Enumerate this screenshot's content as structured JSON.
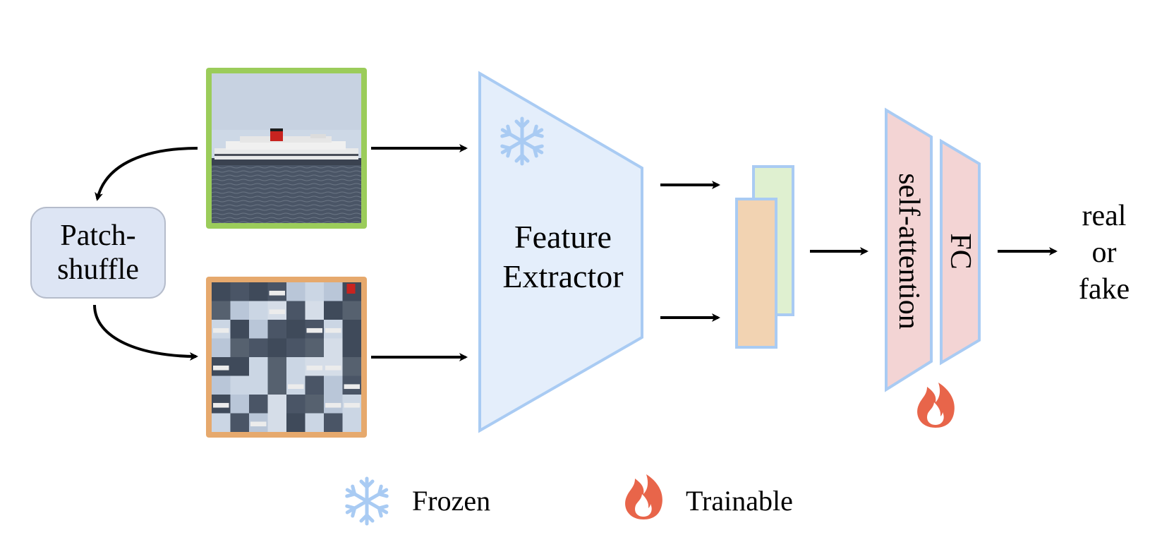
{
  "nodes": {
    "patch_shuffle": {
      "line1": "Patch-",
      "line2": "shuffle"
    },
    "feature_extractor": {
      "line1": "Feature",
      "line2": "Extractor"
    },
    "self_attention": {
      "label": "self-attention"
    },
    "fc": {
      "label": "FC"
    },
    "output": {
      "line1": "real",
      "line2": "or",
      "line3": "fake"
    }
  },
  "legend": {
    "frozen": {
      "label": "Frozen",
      "icon": "snowflake-icon"
    },
    "trainable": {
      "label": "Trainable",
      "icon": "flame-icon"
    }
  },
  "colors": {
    "original_image_border": "#9bcc5a",
    "shuffled_image_border": "#e6a96d",
    "patch_shuffle_fill": "#dde5f4",
    "patch_shuffle_stroke": "#b5bccb",
    "extractor_fill": "#e4eefb",
    "extractor_stroke": "#a9cbf3",
    "feature_green": "#dff0d0",
    "feature_orange": "#f2d3b2",
    "trainable_fill": "#f3d4d4",
    "trainable_stroke": "#a9cbf3",
    "frozen_icon": "#a9cbf3",
    "flame_icon": "#e8654a"
  }
}
